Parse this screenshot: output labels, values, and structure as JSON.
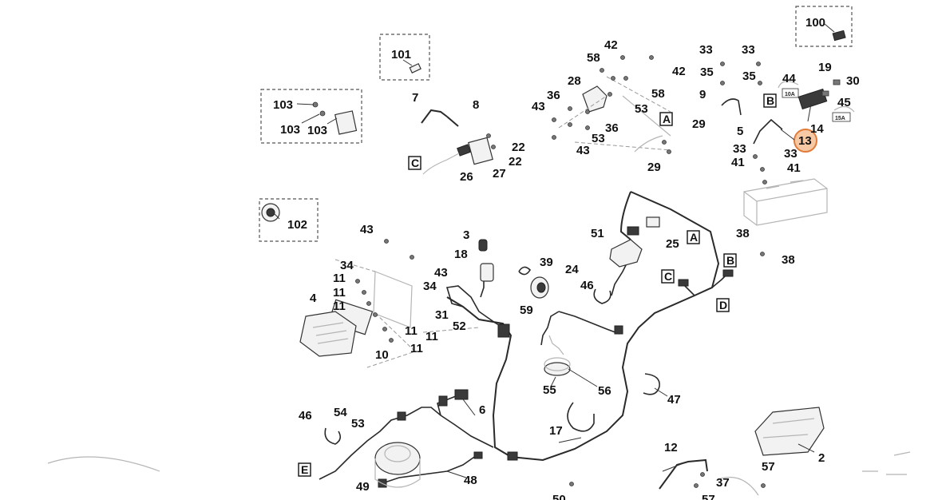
{
  "part_labels": {
    "p100": "100",
    "p101": "101",
    "p103a": "103",
    "p103b": "103",
    "p103c": "103",
    "p102": "102",
    "p7": "7",
    "p8": "8",
    "p22a": "22",
    "p22b": "22",
    "p26": "26",
    "p27": "27",
    "p42a": "42",
    "p42b": "42",
    "p58a": "58",
    "p58b": "58",
    "p28": "28",
    "p36a": "36",
    "p36b": "36",
    "p43a": "43",
    "p43b": "43",
    "p53a": "53",
    "p53b": "53",
    "p29a": "29",
    "p29b": "29",
    "p33a": "33",
    "p33b": "33",
    "p33c": "33",
    "p33d": "33",
    "p35a": "35",
    "p35b": "35",
    "p9": "9",
    "p5": "5",
    "p41a": "41",
    "p41b": "41",
    "p44": "44",
    "p19": "19",
    "p30": "30",
    "p45": "45",
    "p14": "14",
    "p13": "13",
    "p38a": "38",
    "p38b": "38",
    "p51": "51",
    "p25": "25",
    "p3": "3",
    "p18": "18",
    "p39": "39",
    "p24": "24",
    "p46a": "46",
    "p59": "59",
    "p43c": "43",
    "p43d": "43",
    "p34a": "34",
    "p34b": "34",
    "p11a": "11",
    "p11b": "11",
    "p11c": "11",
    "p11d": "11",
    "p11e": "11",
    "p11f": "11",
    "p4": "4",
    "p31": "31",
    "p52": "52",
    "p10": "10",
    "p55": "55",
    "p56": "56",
    "p47": "47",
    "p6": "6",
    "p46b": "46",
    "p54": "54",
    "p53c": "53",
    "p17": "17",
    "p49": "49",
    "p48": "48",
    "p12": "12",
    "p37": "37",
    "p57a": "57",
    "p57b": "57",
    "p50": "50",
    "p2": "2"
  },
  "connector_letters": {
    "A1": "A",
    "A2": "A",
    "B1": "B",
    "B2": "B",
    "C1": "C",
    "C2": "C",
    "D": "D",
    "E": "E"
  },
  "fuse_ratings": {
    "f10": "10A",
    "f15": "15A"
  },
  "highlight": {
    "part": "13",
    "color": "#e07b39"
  },
  "icons": [
    "screw-icon",
    "connector-icon",
    "clutch-icon",
    "fuse-icon"
  ]
}
